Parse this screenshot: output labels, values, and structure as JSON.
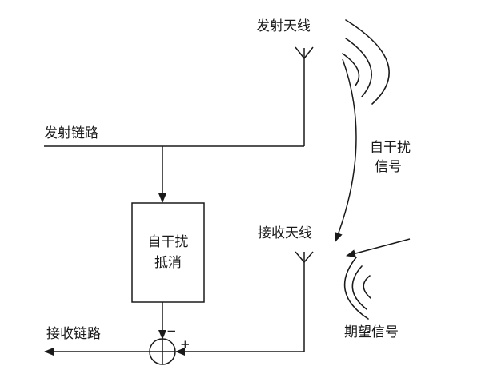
{
  "labels": {
    "tx_antenna": "发射天线",
    "tx_chain": "发射链路",
    "self_interference_line1": "自干扰",
    "self_interference_line2": "信号",
    "rx_antenna": "接收天线",
    "cancel_block_line1": "自干扰",
    "cancel_block_line2": "抵消",
    "desired_signal": "期望信号",
    "rx_chain": "接收链路",
    "minus_sign": "−",
    "plus_sign": "+"
  },
  "colors": {
    "stroke": "#1a1a1a",
    "background": "#ffffff"
  }
}
